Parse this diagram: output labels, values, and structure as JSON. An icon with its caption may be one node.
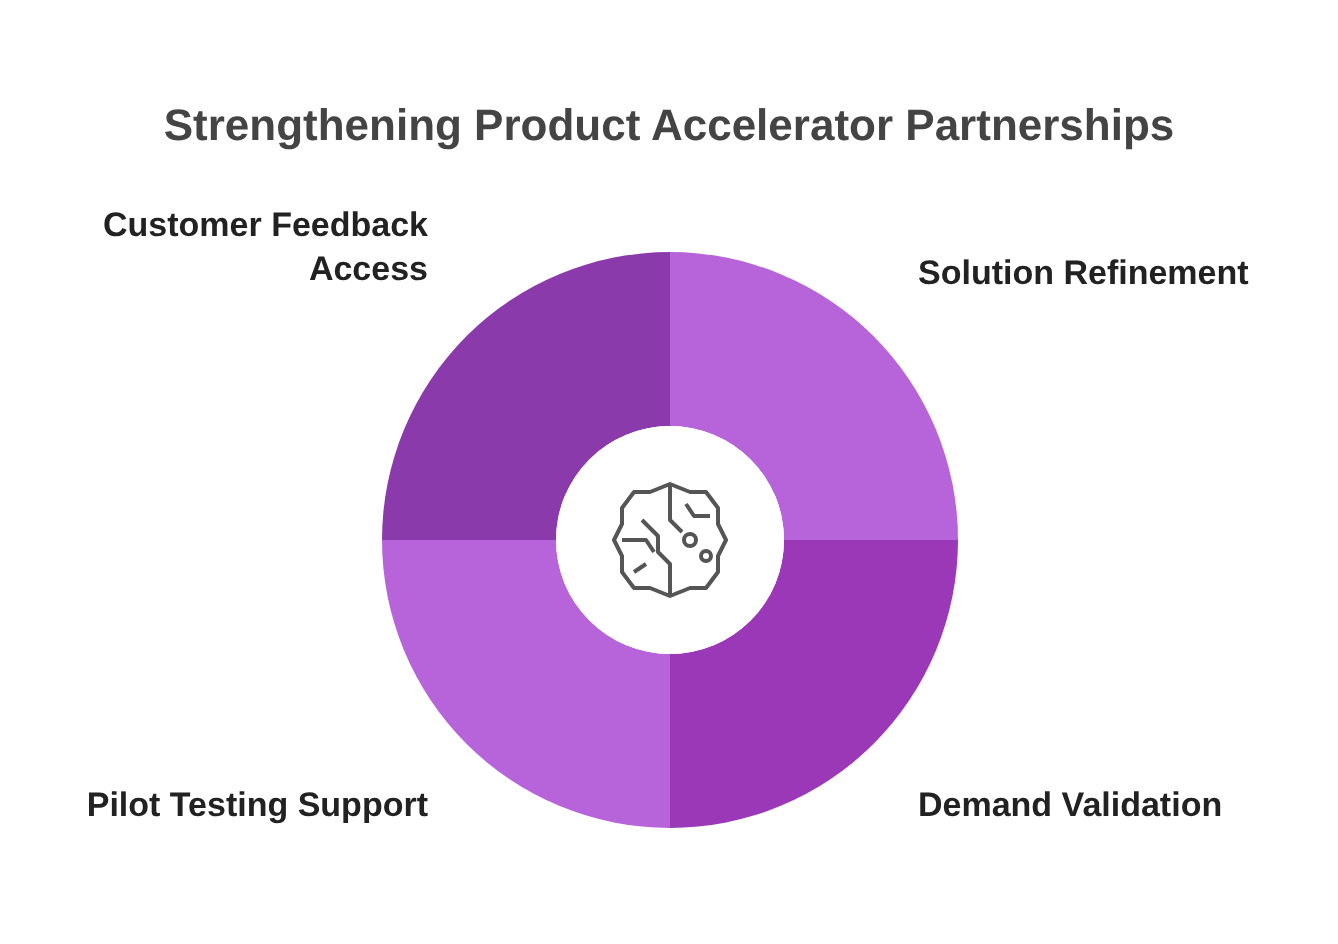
{
  "diagram": {
    "title": "Strengthening Product Accelerator Partnerships",
    "nodes": [
      {
        "text": [],
        "shape": "sector",
        "beside": [
          "Customer Feedback Access"
        ]
      },
      {
        "text": [],
        "shape": "sector",
        "beside": [
          "Solution Refinement"
        ]
      },
      {
        "text": [],
        "shape": "sector",
        "beside": [
          "Pilot Testing Support"
        ]
      },
      {
        "text": [],
        "shape": "sector",
        "beside": [
          "Demand Validation"
        ]
      }
    ]
  }
}
